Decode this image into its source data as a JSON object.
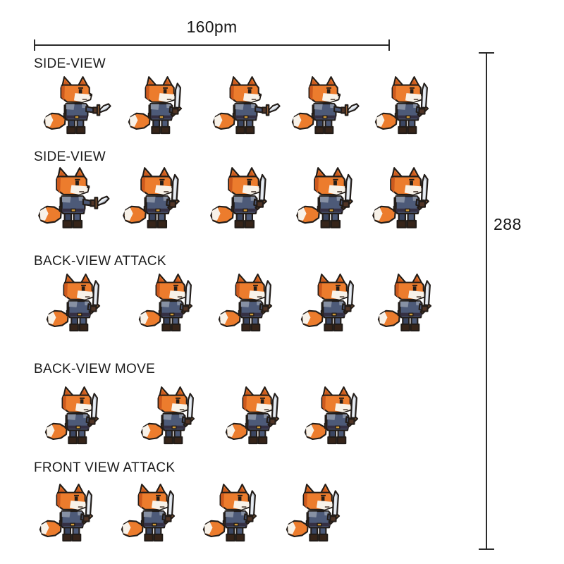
{
  "figure": {
    "type": "sprite-sheet-reference",
    "canvas_background": "#ffffff",
    "character": "pixel-art fox knight holding a sword",
    "dimensions": {
      "width_label": "160pm",
      "height_label": "288"
    },
    "sprite_rows": [
      {
        "label": "SIDE-VIEW",
        "frame_count": 5,
        "poses": [
          "sword-forward",
          "sword-raised",
          "sword-forward",
          "sword-forward",
          "sword-raised"
        ]
      },
      {
        "label": "SIDE-VIEW",
        "frame_count": 5,
        "poses": [
          "sword-forward",
          "sword-raised",
          "sword-raised",
          "sword-raised",
          "sword-raised"
        ]
      },
      {
        "label": "BACK-VIEW ATTACK",
        "frame_count": 5,
        "poses": [
          "sword-raised",
          "sword-raised",
          "sword-raised",
          "sword-raised",
          "sword-raised"
        ]
      },
      {
        "label": "BACK-VIEW MOVE",
        "frame_count": 4,
        "poses": [
          "sword-raised",
          "sword-raised",
          "sword-raised",
          "sword-raised"
        ]
      },
      {
        "label": "FRONT VIEW ATTACK",
        "frame_count": 4,
        "poses": [
          "sword-raised",
          "sword-raised",
          "sword-raised",
          "sword-raised"
        ]
      }
    ],
    "palette": {
      "outline": "#221c18",
      "orange": "#ec7c2d",
      "orange_dark": "#cd5a1e",
      "cream": "#f8f2e9",
      "tunic": "#4d5a78",
      "tunic_dark": "#3a4560",
      "slate_light": "#8791a4",
      "boot": "#362419",
      "glove": "#513526",
      "belt": "#353043",
      "gold": "#cf9a3a",
      "handle": "#8a5a33",
      "silver": "#c3cbd6",
      "silver_light": "#eaeef3",
      "text": "#1c1c1c",
      "line": "#2b2b2b"
    }
  }
}
